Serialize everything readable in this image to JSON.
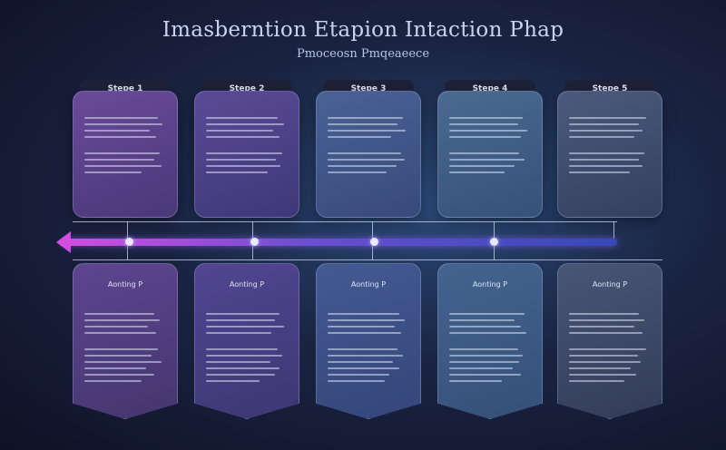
{
  "header": {
    "title": "Imasberntion Etapion Intaction Phap",
    "subtitle": "Pmoceosn Pmqeaeece"
  },
  "stages_top": [
    {
      "tag": "Stepe 1"
    },
    {
      "tag": "Stepe 2"
    },
    {
      "tag": "Stepe 3"
    },
    {
      "tag": "Stepe 4"
    },
    {
      "tag": "Stepe 5"
    }
  ],
  "stages_bottom": [
    {
      "heading": "Aonting P"
    },
    {
      "heading": "Aonting P"
    },
    {
      "heading": "Aonting P"
    },
    {
      "heading": "Aonting P"
    },
    {
      "heading": "Aonting P"
    }
  ],
  "colors": {
    "card_1": "#5a3f86",
    "card_2": "#4c3c82",
    "card_3": "#3a4f86",
    "card_4": "#3b5884",
    "card_5": "#3b4e72",
    "timeline_start": "#d34de0",
    "timeline_end": "#3648b8"
  }
}
